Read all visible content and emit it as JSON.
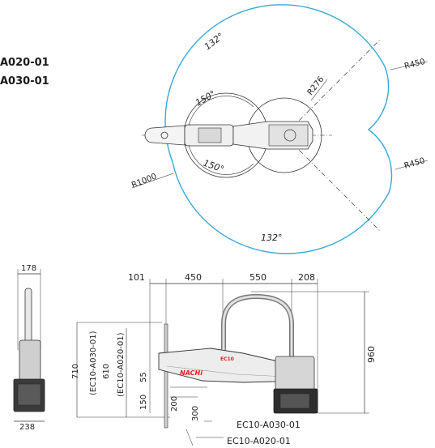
{
  "models": [
    "A020-01",
    "A030-01"
  ],
  "top_view": {
    "angle_top": "132°",
    "angle_upper": "150°",
    "angle_lower": "150°",
    "angle_bottom": "132°",
    "radius_inner": "R276",
    "radius_reach_top": "R450",
    "radius_reach_bottom": "R450",
    "radius_outer": "R1000"
  },
  "side_view": {
    "width_top": "178",
    "width_base": "238"
  },
  "front_view": {
    "dim_101": "101",
    "dim_450": "450",
    "dim_550": "550",
    "dim_208": "208",
    "dim_960": "960",
    "dim_710": "710",
    "dim_710_note": "(EC10-A030-01)",
    "dim_610": "610",
    "dim_610_note": "(EC10-A020-01)",
    "dim_55": "55",
    "dim_150": "150",
    "dim_200": "200",
    "dim_300": "300",
    "callout_a030": "EC10-A030-01",
    "callout_a020": "EC10-A020-01",
    "brand_text": "NACHi",
    "model_badge": "EC10"
  },
  "colors": {
    "work_area": "#3aa8d8",
    "line": "#333333",
    "brand": "#e02020"
  }
}
